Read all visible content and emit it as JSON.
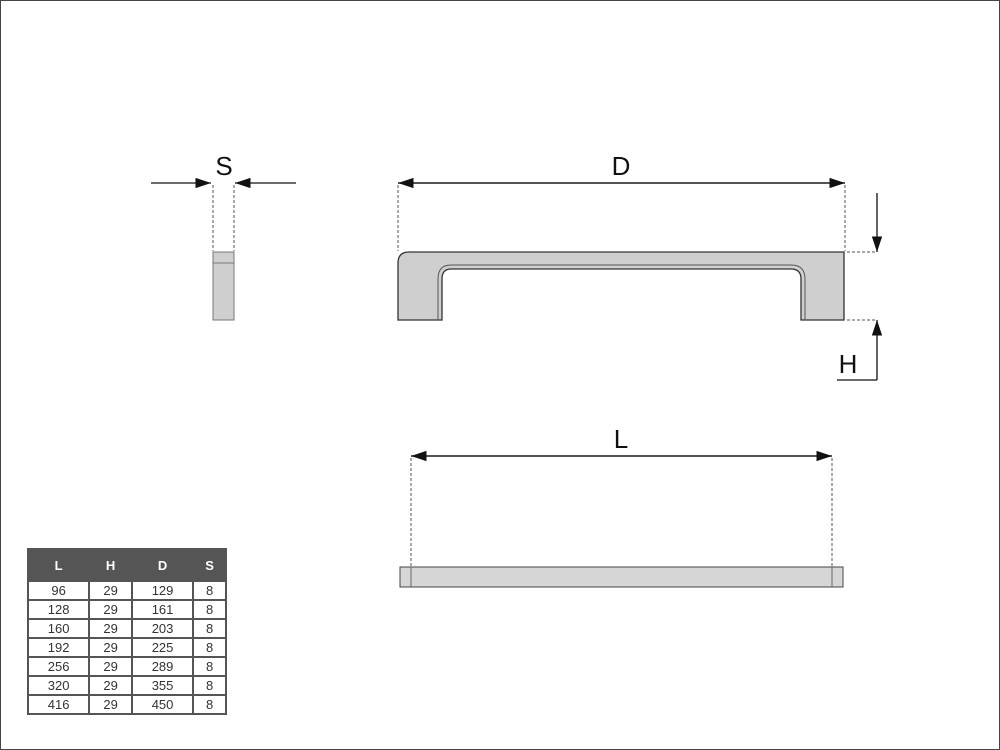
{
  "labels": {
    "s": "S",
    "d": "D",
    "h": "H",
    "l": "L"
  },
  "table": {
    "headers": [
      "L",
      "H",
      "D",
      "S"
    ],
    "rows": [
      [
        "96",
        "29",
        "129",
        "8"
      ],
      [
        "128",
        "29",
        "161",
        "8"
      ],
      [
        "160",
        "29",
        "203",
        "8"
      ],
      [
        "192",
        "29",
        "225",
        "8"
      ],
      [
        "256",
        "29",
        "289",
        "8"
      ],
      [
        "320",
        "29",
        "355",
        "8"
      ],
      [
        "416",
        "29",
        "450",
        "8"
      ]
    ]
  },
  "colors": {
    "fill": "#cfcfcf",
    "header": "#555555"
  }
}
